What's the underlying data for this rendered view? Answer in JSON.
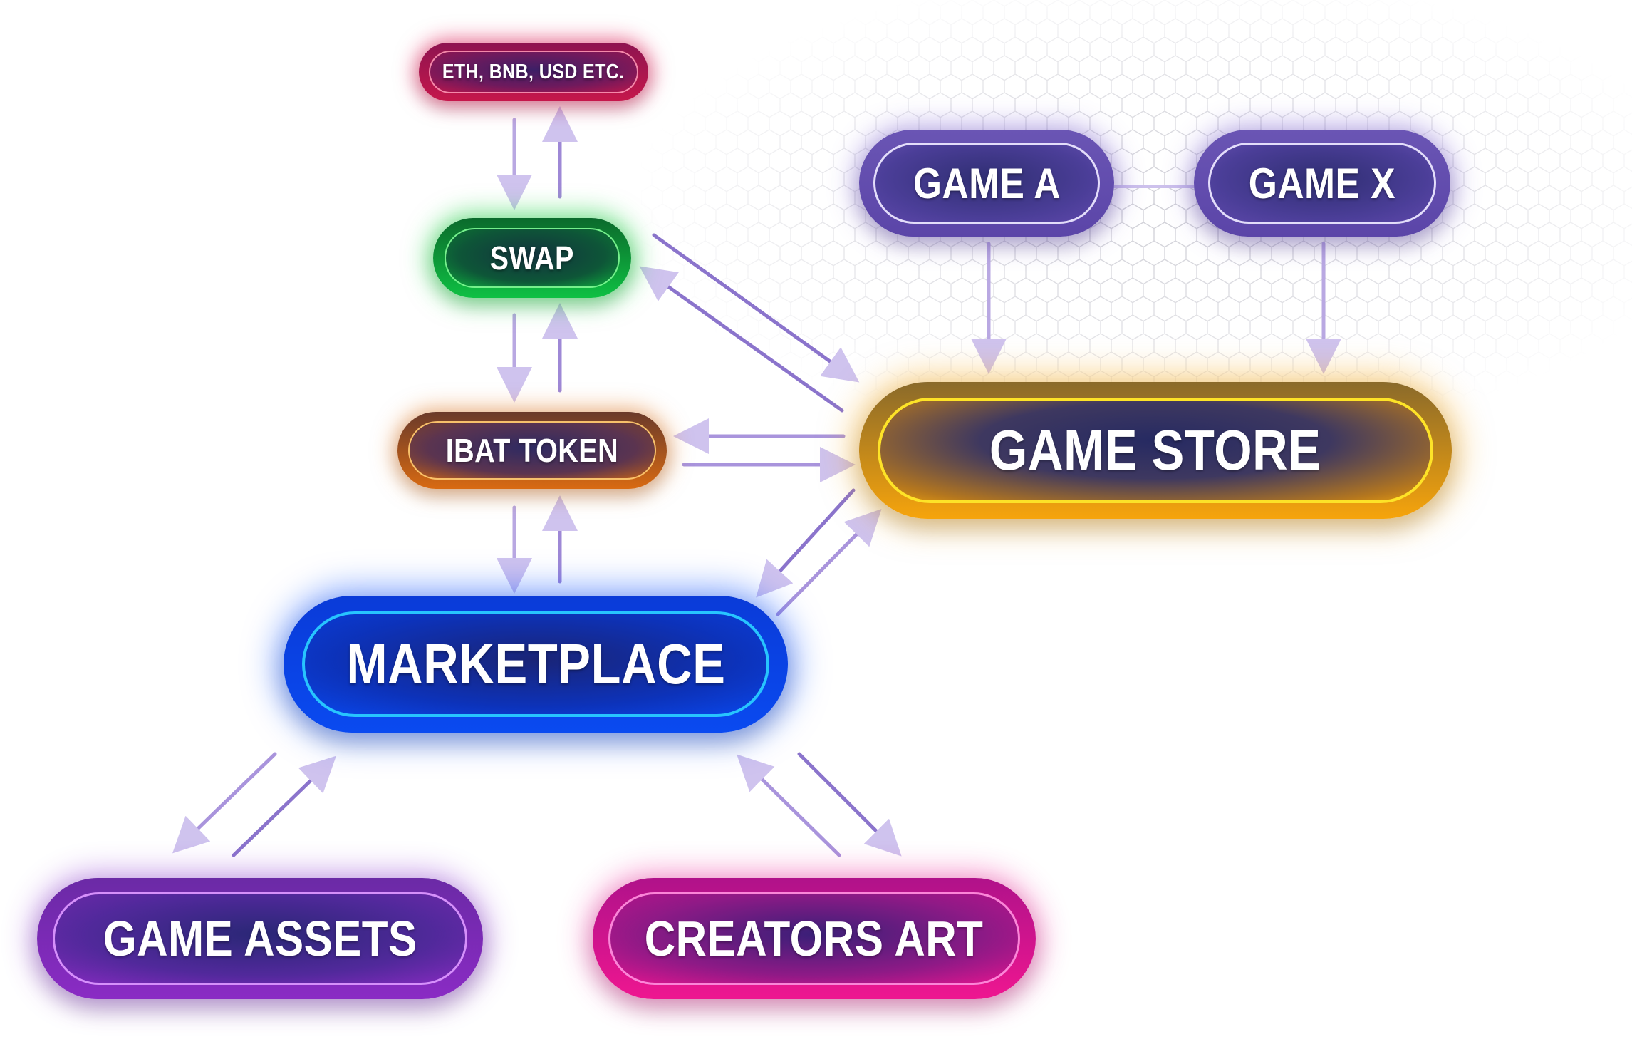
{
  "nodes": {
    "currencies": "ETH, BNB, USD ETC.",
    "swap": "SWAP",
    "ibat_token": "IBAT TOKEN",
    "game_a": "GAME A",
    "game_x": "GAME X",
    "game_store": "GAME STORE",
    "marketplace": "MARKETPLACE",
    "game_assets": "GAME ASSETS",
    "creators_art": "CREATORS ART"
  },
  "colors": {
    "arrow": "#b7a6e0",
    "arrow_strong": "#7d64c0",
    "currencies": "#c5174b",
    "swap": "#0fc043",
    "ibat_token": "#d86a12",
    "games": "#5b45a8",
    "game_store": "#f6a40c",
    "marketplace": "#0a4af0",
    "game_assets": "#8a2bc4",
    "creators_art": "#ee1690"
  }
}
